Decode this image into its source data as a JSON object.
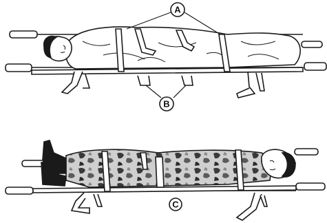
{
  "callouts": {
    "a": "A",
    "b": "B",
    "c": "C"
  },
  "colors": {
    "ink": "#1a1a1a",
    "paper": "#ffffff",
    "camo_light": "#bdbdbd",
    "camo_dark": "#3a3a3a"
  }
}
